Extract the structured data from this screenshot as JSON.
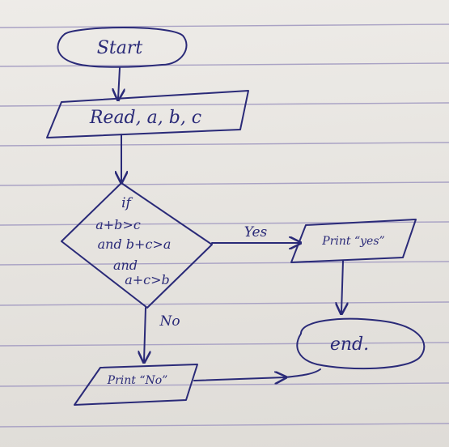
{
  "diagram": {
    "nodes": {
      "start": {
        "label": "Start"
      },
      "read": {
        "label": "Read, a, b, c"
      },
      "decision": {
        "lines": [
          "if",
          "a+b>c",
          "and b+c>a",
          "and",
          "a+c>b"
        ]
      },
      "print_yes": {
        "label": "Print “yes”"
      },
      "print_no": {
        "label": "Print “No”"
      },
      "end": {
        "label": "end."
      }
    },
    "edges": {
      "yes_label": "Yes",
      "no_label": "No"
    },
    "colors": {
      "ink": "#2a2a78",
      "paper": "#e8e5e0",
      "rule": "#a9a2c4"
    }
  }
}
